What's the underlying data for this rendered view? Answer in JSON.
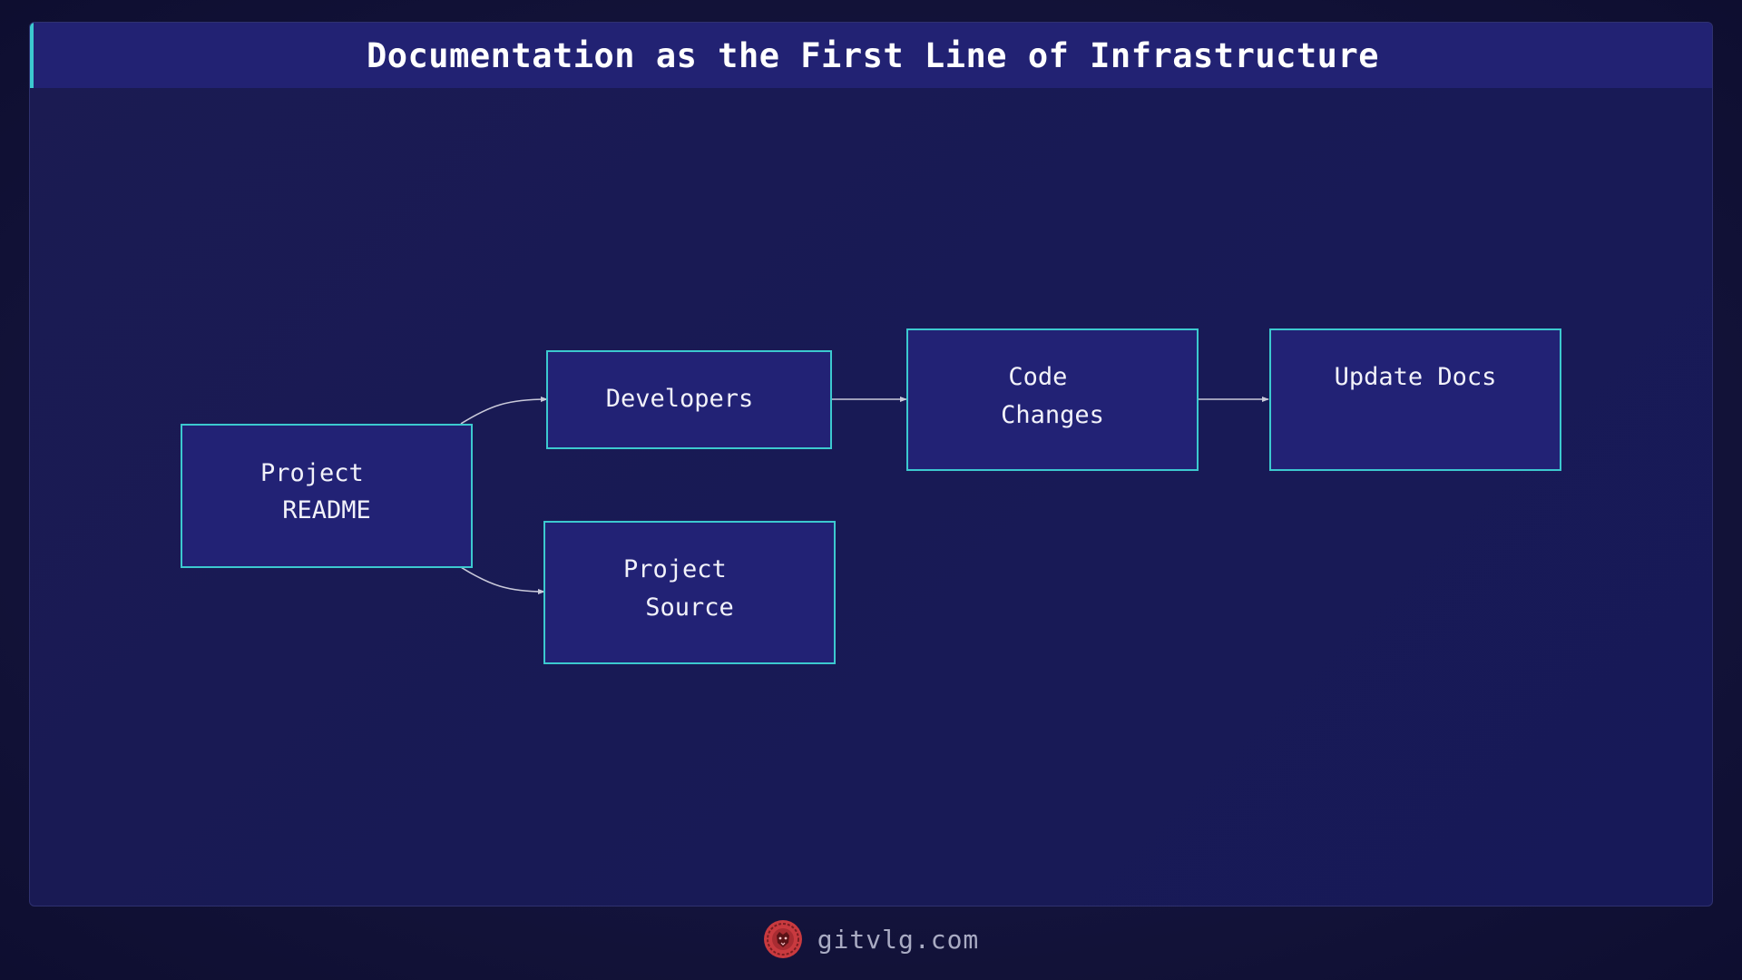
{
  "title": "Documentation as the First Line of Infrastructure",
  "nodes": {
    "readme": {
      "lines": [
        "Project",
        "README"
      ]
    },
    "developers": {
      "lines": [
        "Developers"
      ]
    },
    "code_changes": {
      "lines": [
        "Code",
        "Changes"
      ]
    },
    "update_docs": {
      "lines": [
        "Update Docs"
      ]
    },
    "source": {
      "lines": [
        "Project",
        "Source"
      ]
    }
  },
  "edges": [
    {
      "from": "readme",
      "to": "developers"
    },
    {
      "from": "readme",
      "to": "source"
    },
    {
      "from": "developers",
      "to": "code_changes"
    },
    {
      "from": "code_changes",
      "to": "update_docs"
    }
  ],
  "footer": {
    "site": "gitvlg.com",
    "logo_icon": "lion-head-icon"
  },
  "colors": {
    "node_fill": "#222275",
    "node_border": "#3cc9cf",
    "edge": "#c9c9d9",
    "title_bar": "#222273",
    "accent": "#3cc9cf",
    "logo": "#c93a3f"
  }
}
